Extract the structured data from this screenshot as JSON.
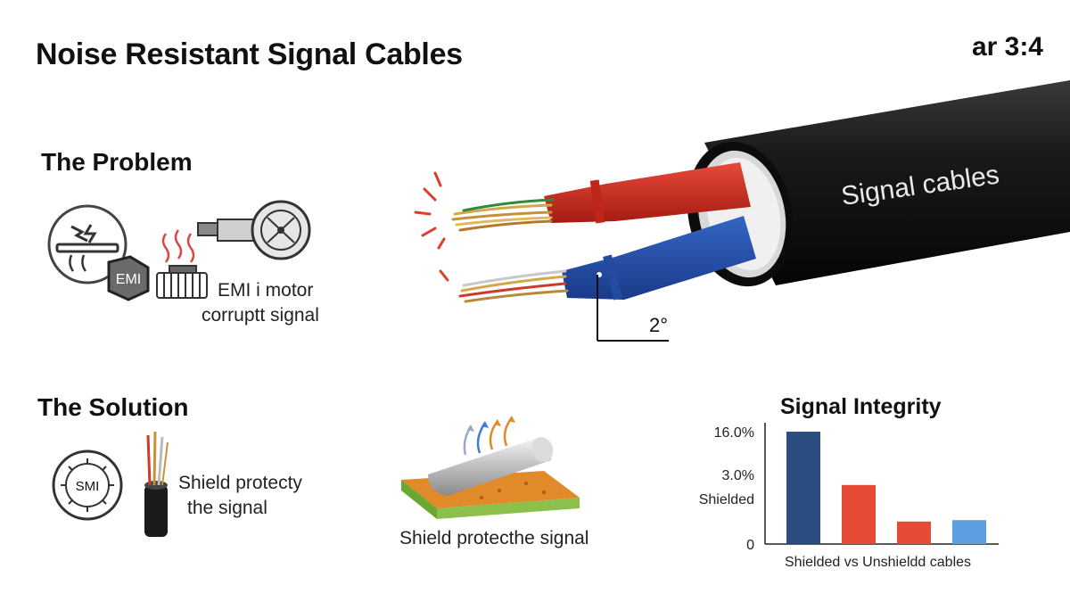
{
  "header": {
    "title": "Noise Resistant Signal Cables",
    "ratio": "ar 3:4"
  },
  "problem": {
    "heading": "The Problem",
    "emi_badge": "EMI",
    "caption_line1": "EMI i motor",
    "caption_line2": "corruptt signal"
  },
  "cable": {
    "label": "Signal cables",
    "angle_label": "2°"
  },
  "solution": {
    "heading": "The Solution",
    "badge": "SMI",
    "caption_line1": "Shield protecty",
    "caption_line2": "the signal",
    "shield_caption": "Shield protecthe signal"
  },
  "chart_data": {
    "type": "bar",
    "title": "Signal Integrity",
    "xlabel": "Shielded vs Unshieldd cables",
    "y_tick_labels": [
      "16.0%",
      "3.0%",
      "Shielded",
      "0"
    ],
    "values": [
      16.0,
      8.4,
      3.2,
      3.4
    ],
    "ylim": [
      0,
      16.0
    ],
    "colors": [
      "#2b4d80",
      "#e44a34",
      "#e44a34",
      "#5b9fe0"
    ]
  },
  "icons": [
    "emi-lightning-icon",
    "motor-icon",
    "heat-waves-icon",
    "cable-end-icon",
    "smi-gear-icon",
    "shielded-cable-icon",
    "shield-plate-icon"
  ]
}
